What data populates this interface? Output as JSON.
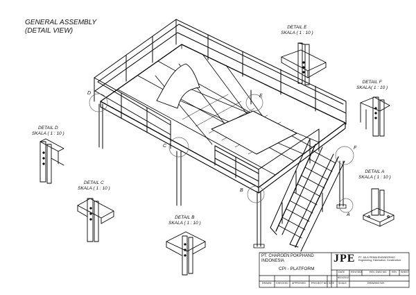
{
  "title": {
    "line1": "GENERAL ASSEMBLY",
    "line2": "(DETAIL VIEW)"
  },
  "details": {
    "e": {
      "name": "DETAIL E",
      "scale": "SKALA ( 1 : 10 )"
    },
    "f": {
      "name": "DETAIL F",
      "scale": "SKALA( 1 : 10 )"
    },
    "d": {
      "name": "DETAIL D",
      "scale": "SKALA ( 1 : 10 )"
    },
    "c": {
      "name": "DETAIL C",
      "scale": "SKALA ( 1 : 10 )"
    },
    "a": {
      "name": "DETAIL A",
      "scale": "SKALA ( 1 : 10 )"
    },
    "b": {
      "name": "DETAIL B",
      "scale": "SKALA ( 1 : 10 )"
    }
  },
  "callouts": {
    "a": "A",
    "b": "B",
    "c": "C",
    "d": "D",
    "e": "E",
    "f": "F"
  },
  "title_block": {
    "client_line1": "PT. CHAROEN POKPHAND",
    "client_line2": "INDONESIA",
    "project": "CPI - PLATFORM",
    "logo": "JPE",
    "company_line1": "PT. JALA PRIMA ENGINEERING",
    "company_line2": "Engineering, Fabrication, Construction",
    "date_label": "DATE",
    "date_value": "8/21/2012",
    "revised_label": "REVISED",
    "rev_dwg_label": "REV. DWG NO.",
    "rev_label": "REV",
    "sheet_label": "SHEET",
    "scale_label": "SCALE",
    "drawing_no_label": "DRAWING NO.",
    "drawn_label": "DRAWN",
    "checked_label": "CHECKED",
    "approved_label": "APPROVED",
    "project_no_label": "PROJECT NO.",
    "size_label": "SIZE"
  }
}
